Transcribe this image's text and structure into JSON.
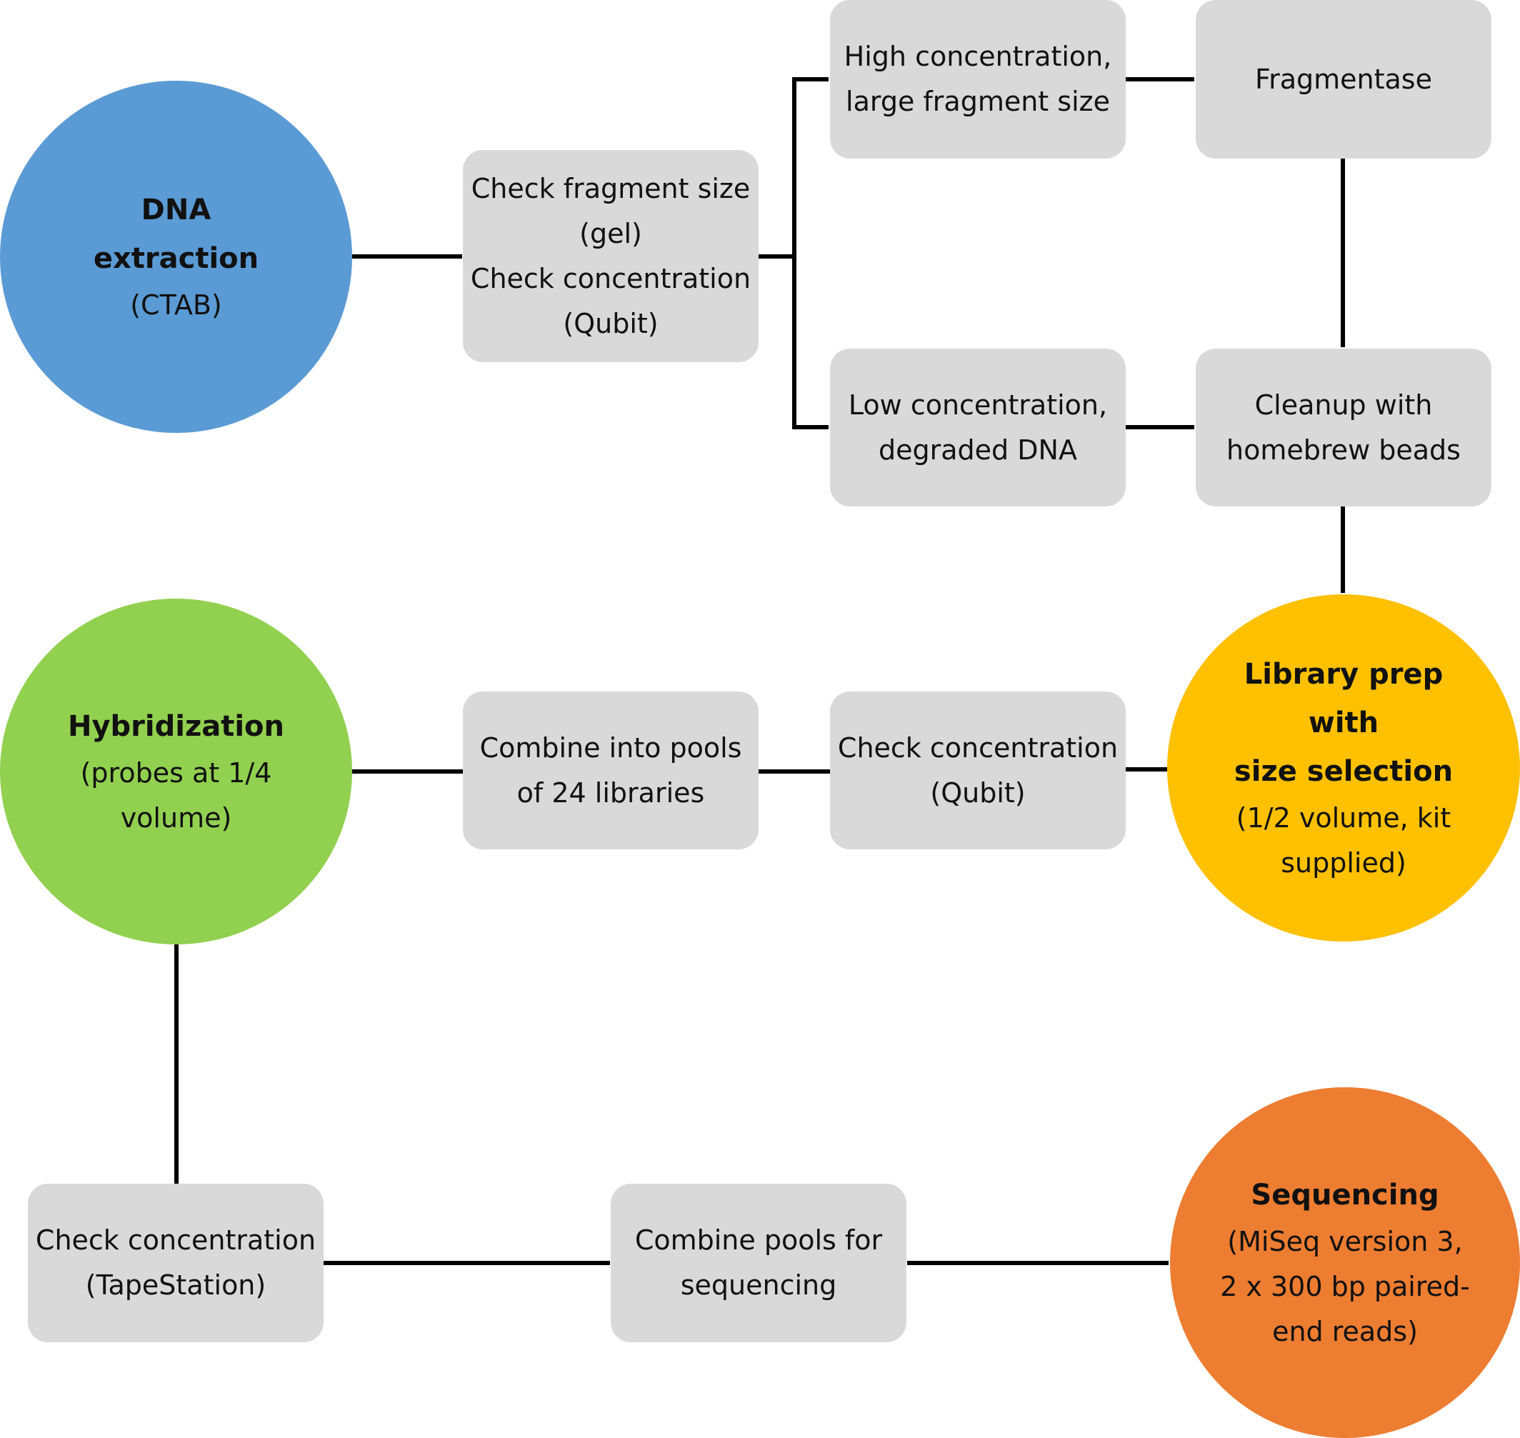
{
  "colors": {
    "box_fill": "#d9d9d9",
    "dna_extraction": "#5b9bd5",
    "library_prep": "#ffc000",
    "hybridization": "#92d050",
    "sequencing": "#ed7d31",
    "arrow": "#000000"
  },
  "nodes": {
    "dna_extraction": {
      "lines": [
        "DNA",
        "extraction"
      ],
      "sub": [
        "(CTAB)"
      ]
    },
    "check_fragment": {
      "lines": [
        "Check fragment size",
        "(gel)",
        "Check concentration",
        "(Qubit)"
      ]
    },
    "high_concentration": {
      "lines": [
        "High concentration,",
        "large fragment size"
      ]
    },
    "fragmentase": {
      "lines": [
        "Fragmentase"
      ]
    },
    "low_concentration": {
      "lines": [
        "Low concentration,",
        "degraded DNA"
      ]
    },
    "cleanup": {
      "lines": [
        "Cleanup with",
        "homebrew beads"
      ]
    },
    "library_prep": {
      "lines": [
        "Library prep",
        "with",
        "size selection"
      ],
      "sub": [
        "(1/2 volume, kit",
        "supplied)"
      ]
    },
    "check_qubit": {
      "lines": [
        "Check concentration",
        "(Qubit)"
      ]
    },
    "combine_pools": {
      "lines": [
        "Combine into pools",
        "of 24 libraries"
      ]
    },
    "hybridization": {
      "lines": [
        "Hybridization"
      ],
      "sub": [
        "(probes at 1/4",
        "volume)"
      ]
    },
    "check_tapestation": {
      "lines": [
        "Check concentration",
        "(TapeStation)"
      ]
    },
    "combine_sequencing": {
      "lines": [
        "Combine pools for",
        "sequencing"
      ]
    },
    "sequencing": {
      "lines": [
        "Sequencing"
      ],
      "sub": [
        "(MiSeq version 3,",
        "2 x 300 bp paired-",
        "end reads)"
      ]
    }
  }
}
